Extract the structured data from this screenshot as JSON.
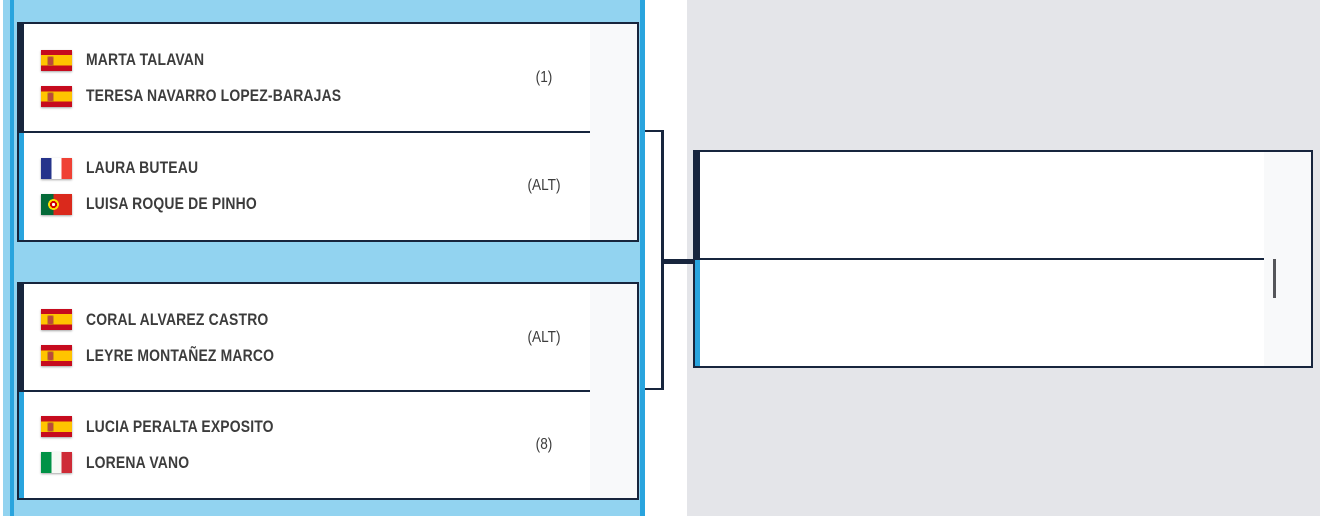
{
  "colors": {
    "panel_blue": "#92D3F0",
    "accent_blue": "#29A4DE",
    "navy": "#17253D",
    "bg_gray": "#E4E5E9",
    "score_gray": "#F8F9FA",
    "text_gray": "#3C3C3C",
    "cursor_gray": "#55565A"
  },
  "rounds": [
    {
      "matches": [
        {
          "teams": [
            {
              "seed": "(1)",
              "players": [
                {
                  "flag": "es",
                  "name": "MARTA TALAVAN"
                },
                {
                  "flag": "es",
                  "name": "TERESA NAVARRO LOPEZ-BARAJAS"
                }
              ]
            },
            {
              "seed": "(ALT)",
              "players": [
                {
                  "flag": "fr",
                  "name": "LAURA BUTEAU"
                },
                {
                  "flag": "pt",
                  "name": "LUISA ROQUE DE PINHO"
                }
              ]
            }
          ]
        },
        {
          "teams": [
            {
              "seed": "(ALT)",
              "players": [
                {
                  "flag": "es",
                  "name": "CORAL ALVAREZ CASTRO"
                },
                {
                  "flag": "es",
                  "name": "LEYRE MONTAÑEZ MARCO"
                }
              ]
            },
            {
              "seed": "(8)",
              "players": [
                {
                  "flag": "es",
                  "name": "LUCIA PERALTA EXPOSITO"
                },
                {
                  "flag": "it",
                  "name": "LORENA VANO"
                }
              ]
            }
          ]
        }
      ]
    },
    {
      "matches": [
        {
          "teams": [
            {
              "seed": "",
              "players": []
            },
            {
              "seed": "",
              "players": []
            }
          ]
        }
      ]
    }
  ]
}
